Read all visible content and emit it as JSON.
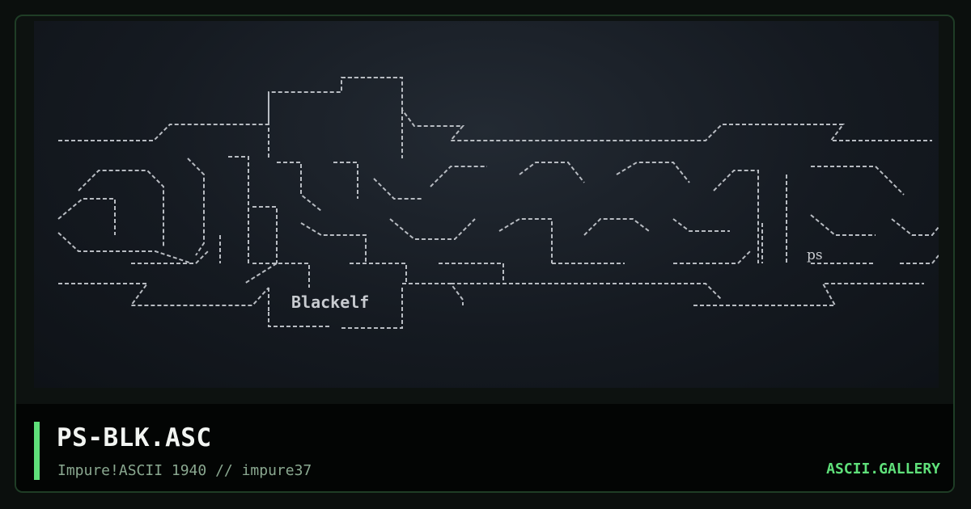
{
  "artwork": {
    "signature": "Blackelf",
    "tag": "ps"
  },
  "footer": {
    "title": "PS-BLK.ASC",
    "subtitle": "Impure!ASCII 1940 // impure37",
    "brand": "ASCII.GALLERY"
  },
  "colors": {
    "accent": "#5fe07a",
    "title": "#f2f5f2",
    "subtitle": "#8aa890",
    "art_stroke": "#b8bcc2"
  }
}
